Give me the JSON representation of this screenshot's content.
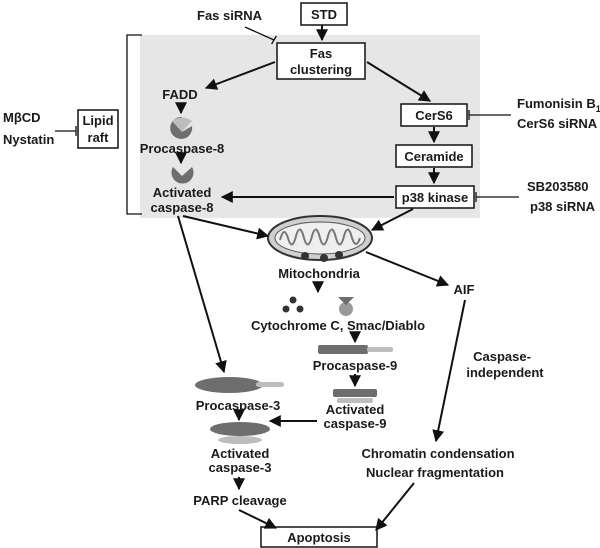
{
  "nodes": {
    "std": "STD",
    "fas_clustering_1": "Fas",
    "fas_clustering_2": "clustering",
    "fadd": "FADD",
    "cers6": "CerS6",
    "ceramide": "Ceramide",
    "p38_kinase": "p38 kinase",
    "procaspase8": "Procaspase-8",
    "activated_caspase8_1": "Activated",
    "activated_caspase8_2": "caspase-8",
    "lipid_raft_1": "Lipid",
    "lipid_raft_2": "raft",
    "mitochondria": "Mitochondria",
    "aif": "AIF",
    "cytochrome": "Cytochrome C, Smac/Diablo",
    "procaspase9": "Procaspase-9",
    "activated_caspase9_1": "Activated",
    "activated_caspase9_2": "caspase-9",
    "procaspase3": "Procaspase-3",
    "activated_caspase3_1": "Activated",
    "activated_caspase3_2": "caspase-3",
    "parp": "PARP cleavage",
    "caspase_independent_1": "Caspase-",
    "caspase_independent_2": "independent",
    "chromatin": "Chromatin condensation",
    "nuclear": "Nuclear fragmentation",
    "apoptosis": "Apoptosis"
  },
  "inhibitors": {
    "fas_sirna": "Fas siRNA",
    "mbcd": "MβCD",
    "nystatin": "Nystatin",
    "fumonisin": "Fumonisin B",
    "fumonisin_sub": "1",
    "cers6_sirna": "CerS6 siRNA",
    "sb203580": "SB203580",
    "p38_sirna": "p38 siRNA"
  },
  "colors": {
    "shaded_region": "#e6e6e6",
    "protein_dark": "#6e6e6e",
    "protein_light": "#bdbdbd",
    "ink": "#111111"
  }
}
